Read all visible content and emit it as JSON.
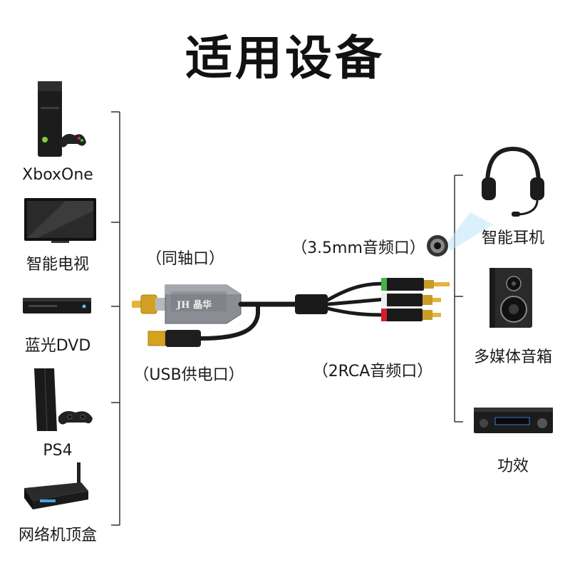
{
  "title": "适用设备",
  "left_devices": [
    {
      "label": "XboxOne",
      "icon": "xbox-console-icon"
    },
    {
      "label": "智能电视",
      "icon": "smart-tv-icon"
    },
    {
      "label": "蓝光DVD",
      "icon": "bluray-dvd-player-icon"
    },
    {
      "label": "PS4",
      "icon": "ps4-console-icon"
    },
    {
      "label": "网络机顶盒",
      "icon": "set-top-box-icon"
    }
  ],
  "right_devices": [
    {
      "label": "智能耳机",
      "icon": "headset-icon"
    },
    {
      "label": "多媒体音箱",
      "icon": "speaker-icon"
    },
    {
      "label": "功效",
      "icon": "amplifier-icon"
    }
  ],
  "ports": {
    "coaxial": "（同轴口）",
    "usb_power": "（USB供电口）",
    "jack_35mm": "（3.5mm音频口）",
    "rca2": "（2RCA音频口）"
  },
  "product_brand": "JH 晶华",
  "colors": {
    "cable": "#1a1a1a",
    "gold_plug": "#d9a92a",
    "converter_body": "#8a8d93",
    "usb_plug": "#d6a21e",
    "rca_green": "#3fb24a",
    "rca_white": "#eeeeee",
    "rca_red": "#d21f2b",
    "bracket_line": "#333333"
  }
}
